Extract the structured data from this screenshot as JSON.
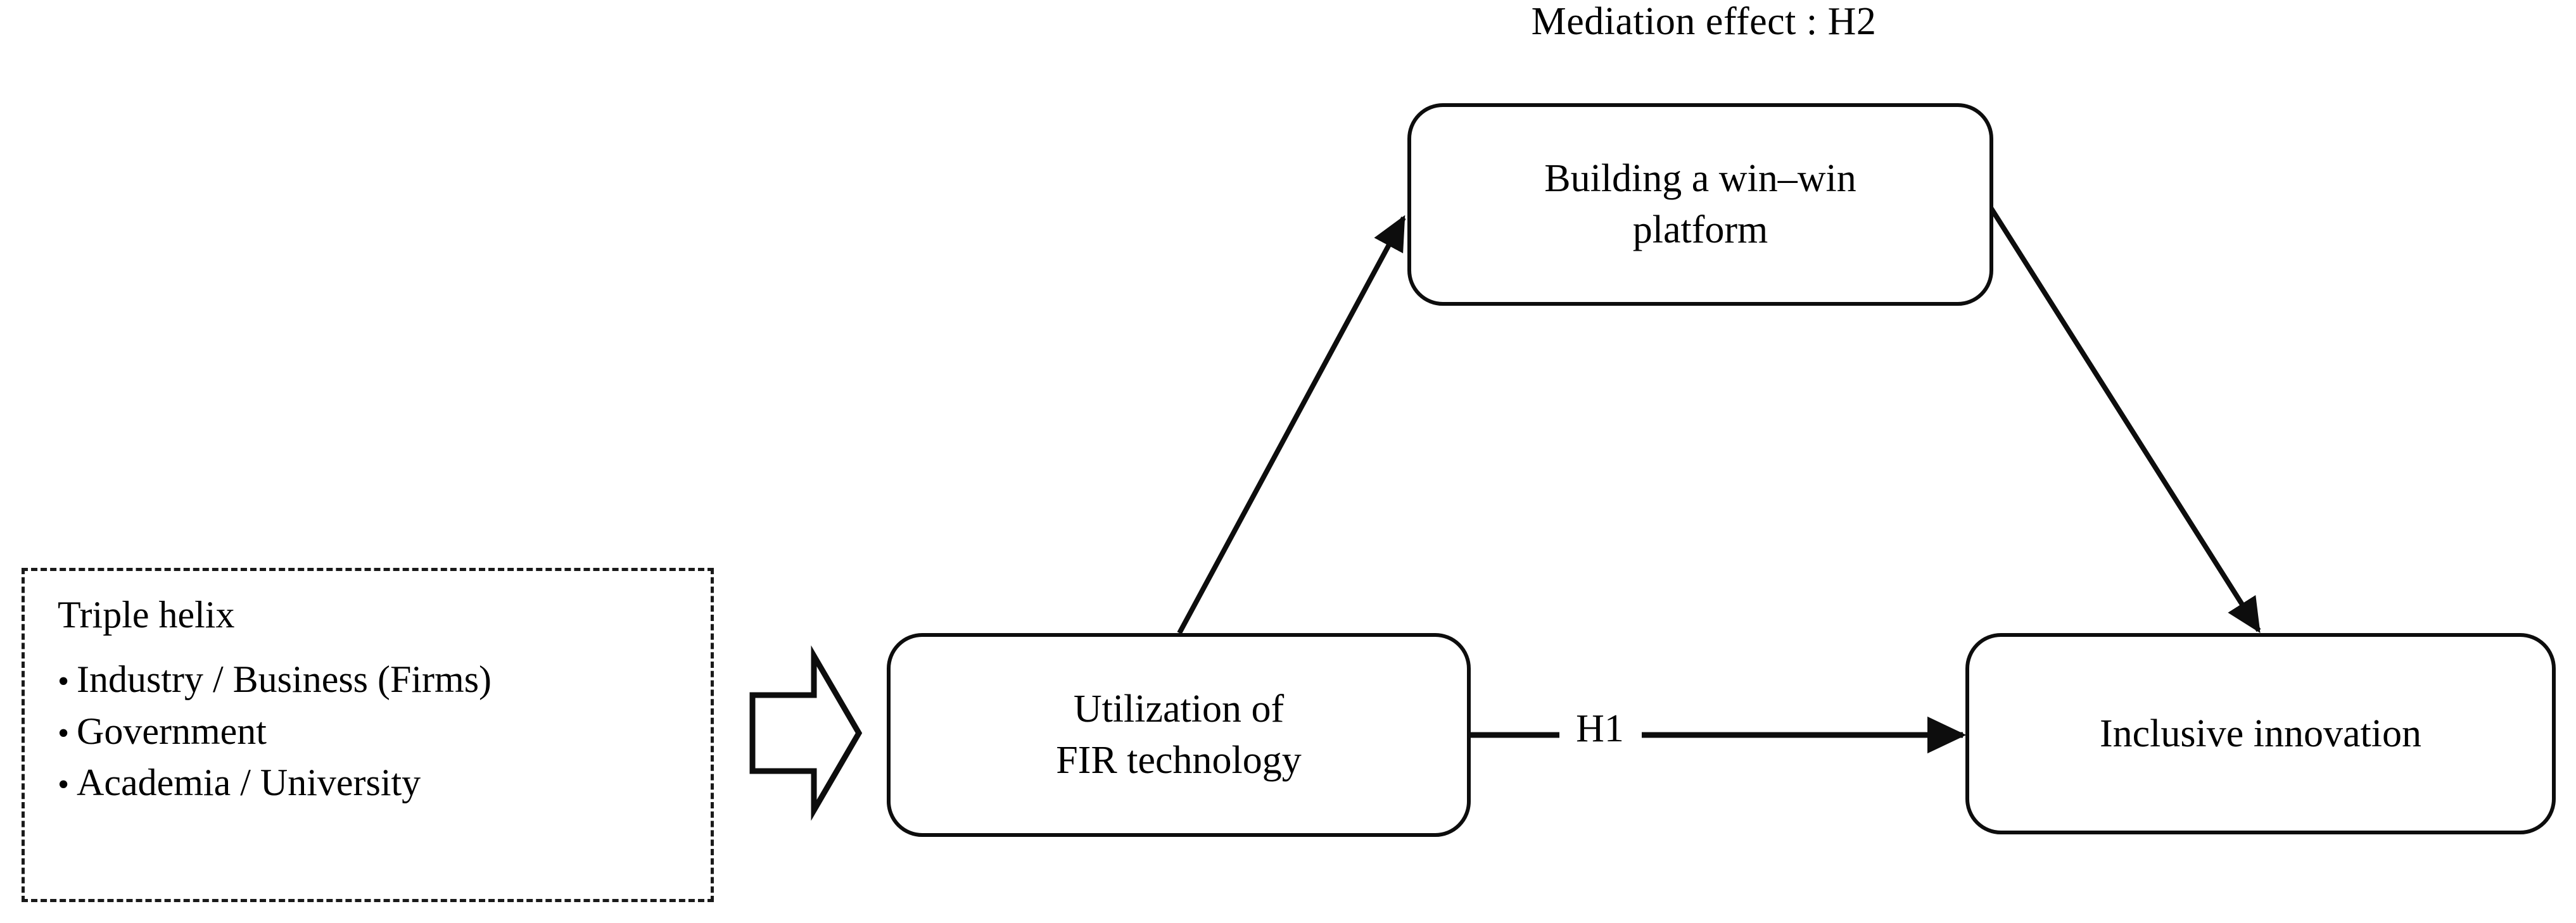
{
  "diagram": {
    "title_note": "Mediation effect : H2",
    "nodes": {
      "mediator": {
        "line1": "Building a win–win",
        "line2": "platform"
      },
      "independent": {
        "line1": "Utilization of",
        "line2": "FIR technology"
      },
      "dependent": {
        "line1": "Inclusive innovation"
      }
    },
    "edges": {
      "h1_label": "H1"
    },
    "panel": {
      "heading": "Triple helix",
      "bullet_glyph": "•",
      "items": [
        "Industry / Business (Firms)",
        "Government",
        "Academia / University"
      ]
    },
    "colors": {
      "stroke": "#0d0d0d",
      "panel_stroke": "#1a1a1a",
      "background": "#ffffff"
    }
  }
}
